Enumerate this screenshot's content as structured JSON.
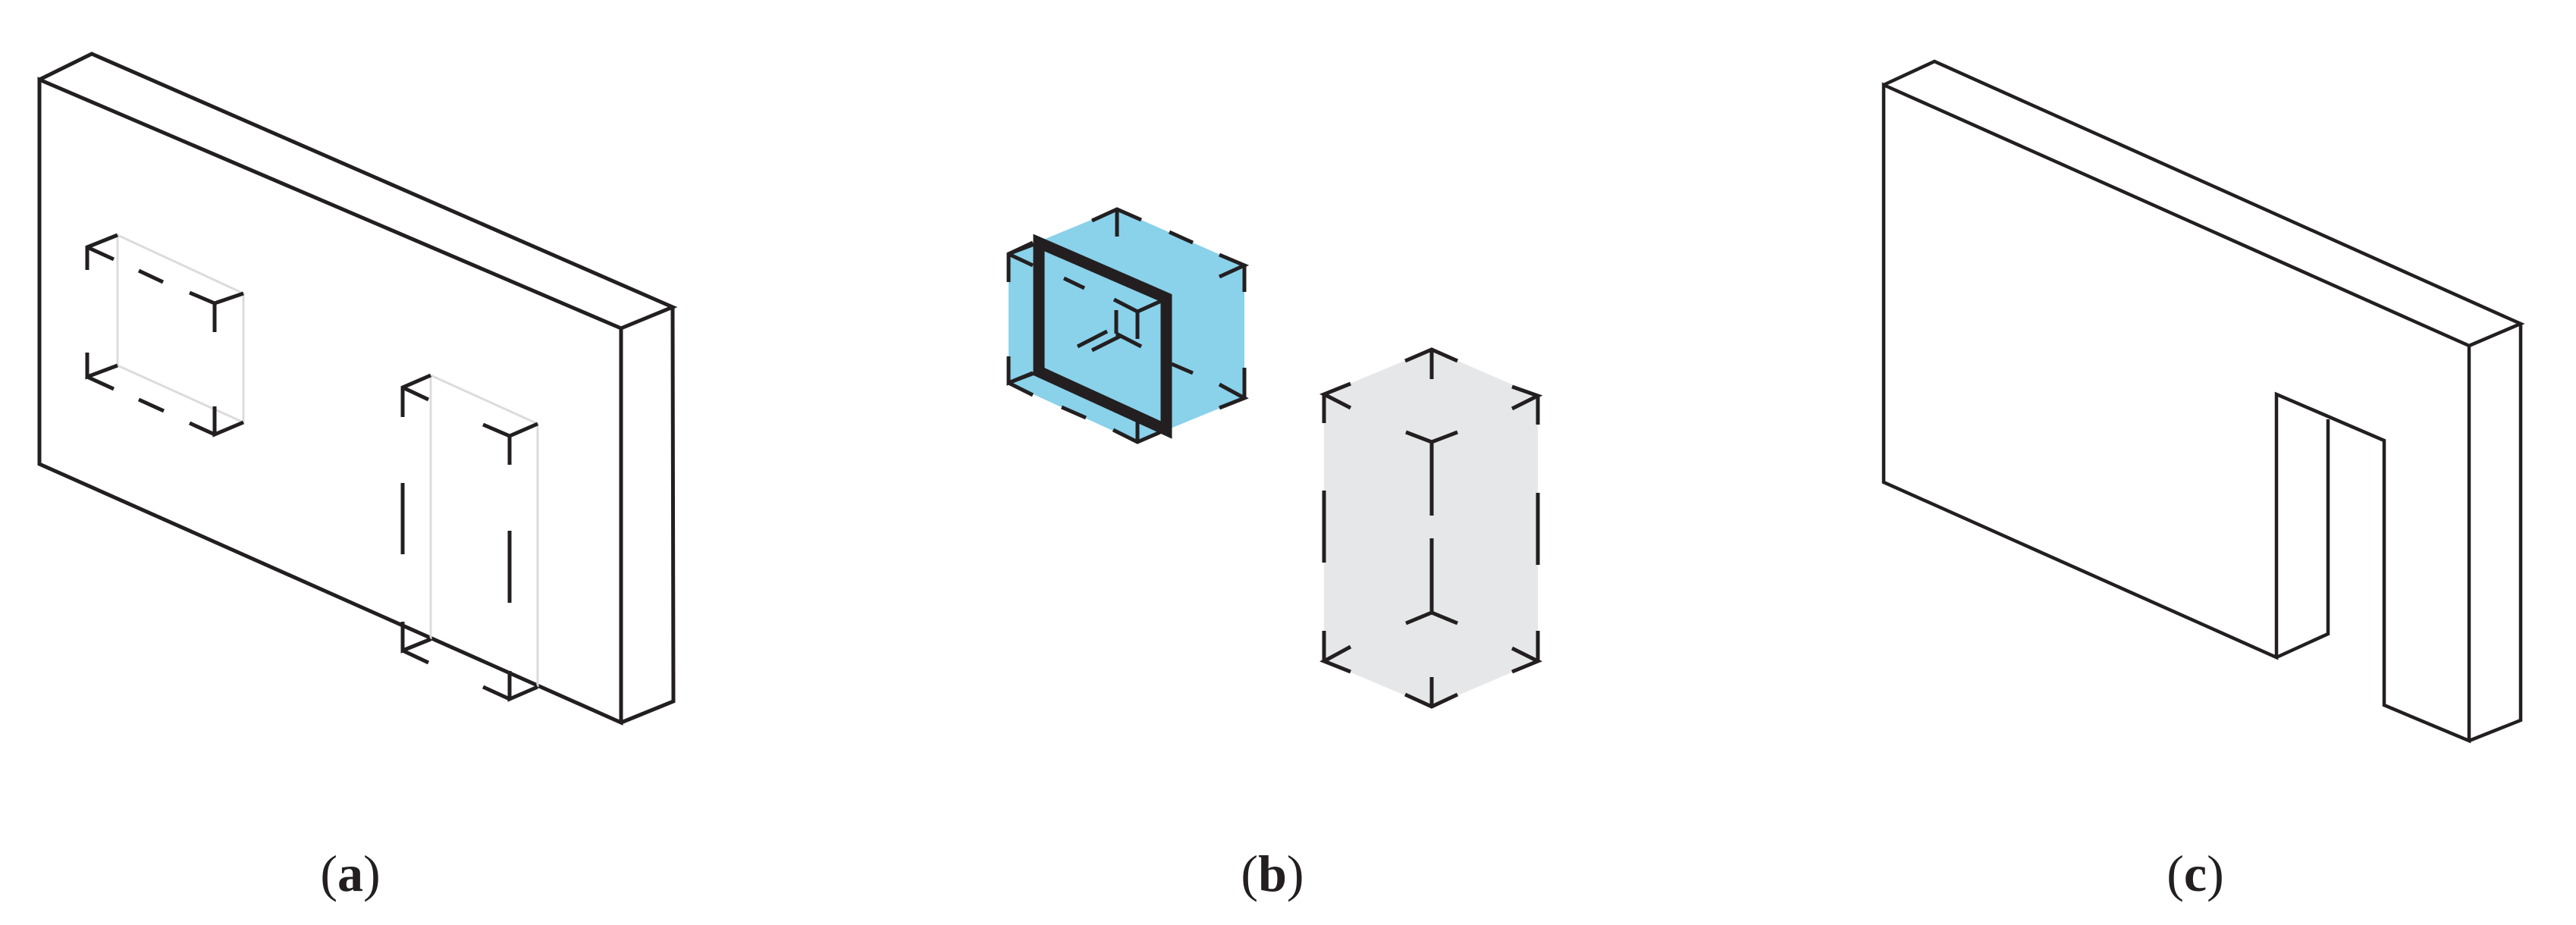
{
  "figure": {
    "panels": [
      {
        "id": "a",
        "label_open": "(",
        "label_letter": "a",
        "label_close": ")",
        "description": "Wall with dashed window and door opening volumes"
      },
      {
        "id": "b",
        "label_open": "(",
        "label_letter": "b",
        "label_close": ")",
        "description": "Window element (blue volume with frame) and door volume (gray)"
      },
      {
        "id": "c",
        "label_open": "(",
        "label_letter": "c",
        "label_close": ")",
        "description": "Wall with door opening cut out"
      }
    ],
    "colors": {
      "line": "#231f20",
      "window_fill": "#8ad1ea",
      "door_fill": "#e6e7e8",
      "ghost_line": "#dcdcdc",
      "background": "#ffffff"
    }
  }
}
